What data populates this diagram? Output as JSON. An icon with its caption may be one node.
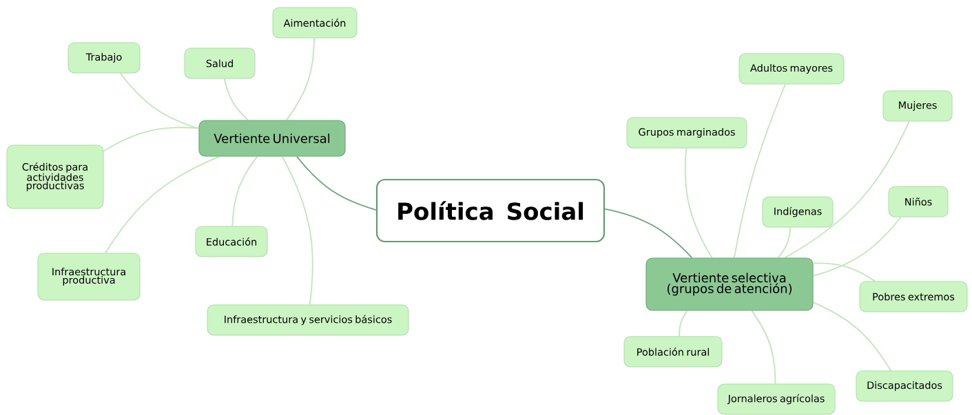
{
  "diagram": {
    "nodes": [
      {
        "text": [
          "Política Social"
        ]
      },
      {
        "text": [
          "Vertiente Universal"
        ]
      },
      {
        "text": [
          "Aimentación"
        ]
      },
      {
        "text": [
          "Salud"
        ]
      },
      {
        "text": [
          "Trabajo"
        ]
      },
      {
        "text": [
          "Créditos para actividades productivas"
        ]
      },
      {
        "text": [
          "Educación"
        ]
      },
      {
        "text": [
          "Infraestructura productiva"
        ]
      },
      {
        "text": [
          "Infraestructura y servicios básicos"
        ]
      },
      {
        "text": [
          "Vertiente selectiva (grupos de atención)"
        ]
      },
      {
        "text": [
          "Adultos mayores"
        ]
      },
      {
        "text": [
          "Grupos marginados"
        ]
      },
      {
        "text": [
          "Mujeres"
        ]
      },
      {
        "text": [
          "Indígenas"
        ]
      },
      {
        "text": [
          "Niños"
        ]
      },
      {
        "text": [
          "Pobres extremos"
        ]
      },
      {
        "text": [
          "Población rural"
        ]
      },
      {
        "text": [
          "Jornaleros agrícolas"
        ]
      },
      {
        "text": [
          "Discapacitados"
        ]
      }
    ],
    "edges": [
      {
        "from": 0,
        "to": 1,
        "arrow": "none",
        "color": "#6aa878"
      },
      {
        "from": 0,
        "to": 9,
        "arrow": "none",
        "color": "#6aa878"
      },
      {
        "from": 1,
        "to": 2,
        "arrow": "none"
      },
      {
        "from": 1,
        "to": 3,
        "arrow": "none"
      },
      {
        "from": 1,
        "to": 4,
        "arrow": "none"
      },
      {
        "from": 1,
        "to": 5,
        "arrow": "none"
      },
      {
        "from": 1,
        "to": 6,
        "arrow": "none"
      },
      {
        "from": 1,
        "to": 7,
        "arrow": "none"
      },
      {
        "from": 1,
        "to": 8,
        "arrow": "none"
      },
      {
        "from": 9,
        "to": 10,
        "arrow": "none"
      },
      {
        "from": 9,
        "to": 11,
        "arrow": "none"
      },
      {
        "from": 9,
        "to": 12,
        "arrow": "none"
      },
      {
        "from": 9,
        "to": 13,
        "arrow": "none"
      },
      {
        "from": 9,
        "to": 14,
        "arrow": "none"
      },
      {
        "from": 9,
        "to": 15,
        "arrow": "none"
      },
      {
        "from": 9,
        "to": 16,
        "arrow": "none"
      },
      {
        "from": 9,
        "to": 17,
        "arrow": "none"
      },
      {
        "from": 9,
        "to": 18,
        "arrow": "none"
      }
    ]
  }
}
